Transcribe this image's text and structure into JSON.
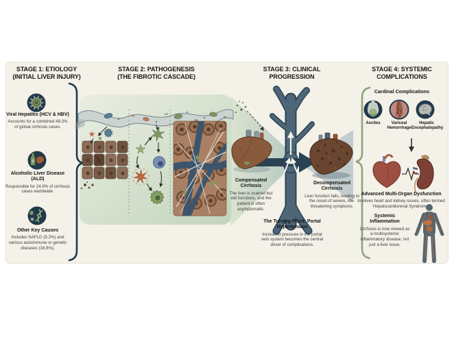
{
  "stage1": {
    "title": "STAGE 1: ETIOLOGY",
    "subtitle": "(INITIAL LIVER INJURY)",
    "items": [
      {
        "name": "Viral Hepatitis (HCV & HBV)",
        "desc": "Accounts for a combined 49.2% of global cirrhosis cases.",
        "icon": "virus-icon"
      },
      {
        "name": "Alcoholic Liver Disease (ALD)",
        "desc": "Responsible for 24.9% of cirrhosis cases worldwide.",
        "icon": "alcohol-liver-icon"
      },
      {
        "name": "Other Key Causes",
        "desc": "Includes NAFLD (9.2%) and various autoimmune or genetic diseases (16.8%).",
        "icon": "dna-genetics-icon"
      }
    ]
  },
  "stage2": {
    "title": "STAGE 2: PATHOGENESIS",
    "subtitle": "(THE FIBROTIC CASCADE)"
  },
  "stage3": {
    "title": "STAGE 3: CLINICAL",
    "subtitle": "PROGRESSION",
    "compensated": {
      "name": "Compensated Cirrhosis",
      "desc": "The liver is scarred but still functions, and the patient is often asymptomatic."
    },
    "decompensated": {
      "name": "Decompensated Cirrhosis",
      "desc": "Liver function fails, leading to the onset of severe, life-threatening symptoms."
    },
    "turning_point": {
      "name": "The Turning Point: Portal Hypertension",
      "desc": "Increased pressure in the portal vein system becomes the central driver of complications."
    }
  },
  "stage4": {
    "title": "STAGE 4: SYSTEMIC",
    "subtitle": "COMPLICATIONS",
    "cardinal": {
      "heading": "Cardinal Complications",
      "items": [
        "Ascites",
        "Variceal Hemorrhage",
        "Hepatic Encephalopathy"
      ]
    },
    "multiorgan": {
      "name": "Advanced Multi-Organ Dysfunction",
      "desc": "Involves heart and kidney issues, often termed Hepatocardiorenal Syndrome."
    },
    "inflammation": {
      "name": "Systemic Inflammation",
      "desc": "Cirrhosis is now viewed as a multisystemic inflammatory disease, not just a liver issue."
    }
  },
  "colors": {
    "panel_cream": "#f4f1e8",
    "navy": "#21394b",
    "sage_green": "#7f9a63",
    "brace_green": "#8ca57f",
    "slate_vessel": "#4d6678",
    "dark_arrow": "#2b4254",
    "liver_brown": "#8a5a3c",
    "liver_dark": "#6a4630",
    "inflammation_orange": "#bf6b3f",
    "text_dark": "#17171a"
  }
}
